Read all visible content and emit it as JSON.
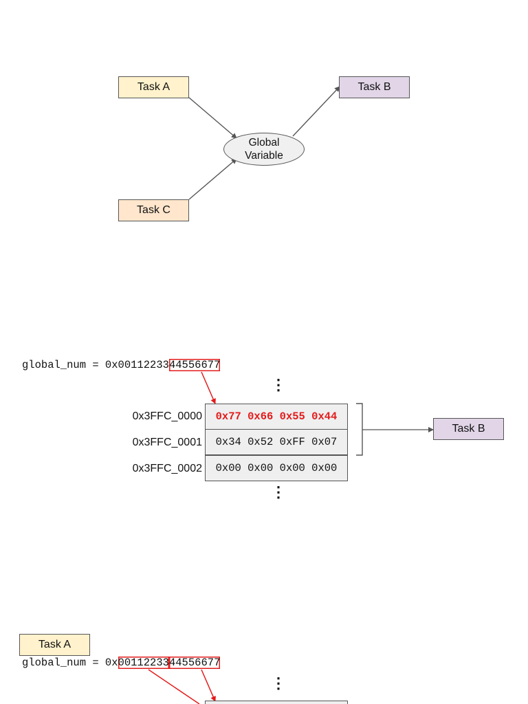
{
  "diagram1": {
    "task_a": "Task A",
    "task_b": "Task B",
    "task_c": "Task C",
    "global_line1": "Global",
    "global_line2": "Variable"
  },
  "diagram2": {
    "code_prefix": "global_num = 0x00112233",
    "code_highlight": "44556677",
    "rows": [
      {
        "address": "0x3FFC_0000",
        "bytes": "0x77 0x66 0x55 0x44"
      },
      {
        "address": "0x3FFC_0001",
        "bytes": "0x34 0x52 0xFF 0x07"
      },
      {
        "address": "0x3FFC_0002",
        "bytes": "0x00 0x00 0x00 0x00"
      }
    ],
    "task_b": "Task B",
    "ellipsis": "⋮"
  },
  "diagram3": {
    "task_a": "Task A",
    "code_prefix": "global_num = 0x",
    "code_highlight1": "00112233",
    "code_highlight2": "44556677",
    "ellipsis": "⋮"
  },
  "colors": {
    "task_a_fill": "#fff2cc",
    "task_b_fill": "#e1d5e7",
    "task_c_fill": "#ffe6cc",
    "highlight": "#e31b1b",
    "cell_fill": "#efefef"
  }
}
